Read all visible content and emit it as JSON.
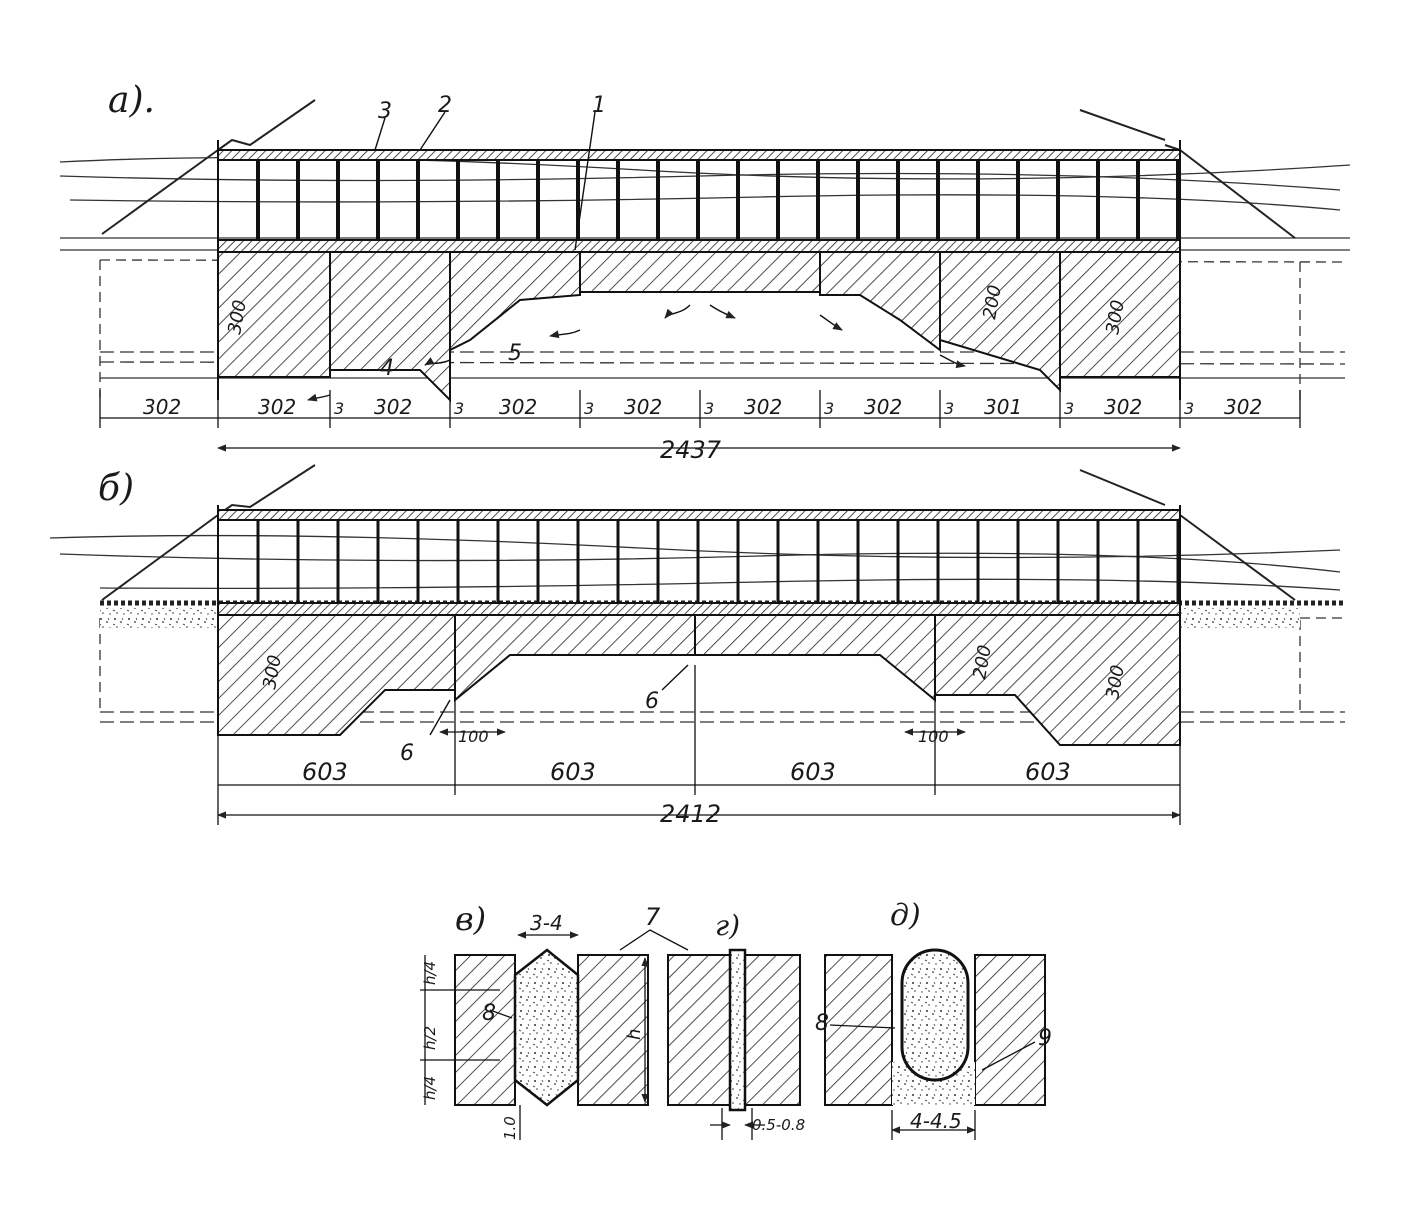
{
  "figure_a": {
    "label": "а).",
    "callouts": [
      "3",
      "2",
      "1",
      "4",
      "5"
    ],
    "span_dims": [
      "302",
      "302",
      "302",
      "302",
      "302",
      "302",
      "302",
      "301",
      "302",
      "302"
    ],
    "gap_dims": [
      "3",
      "3",
      "3",
      "3",
      "3",
      "3",
      "3",
      "3"
    ],
    "height_dims": [
      "300",
      "200",
      "300"
    ],
    "total": "2437"
  },
  "figure_b": {
    "label": "б)",
    "span_dims": [
      "603",
      "603",
      "603",
      "603"
    ],
    "small_dims": [
      "100",
      "100"
    ],
    "height_dims": [
      "300",
      "200",
      "300"
    ],
    "callouts": [
      "6",
      "6"
    ],
    "total": "2412"
  },
  "details": {
    "v": {
      "label": "в)",
      "width_dim": "3-4",
      "side_dims": [
        "h/4",
        "h/2",
        "h/4"
      ],
      "height_dim": "h",
      "bottom_dim": "1.0",
      "callout_8": "8",
      "callout_7": "7"
    },
    "g": {
      "label": "г)",
      "bottom_dim": "0.5-0.8"
    },
    "d": {
      "label": "д)",
      "width_dim": "4-4.5",
      "callout_8": "8",
      "callout_9": "9"
    }
  }
}
